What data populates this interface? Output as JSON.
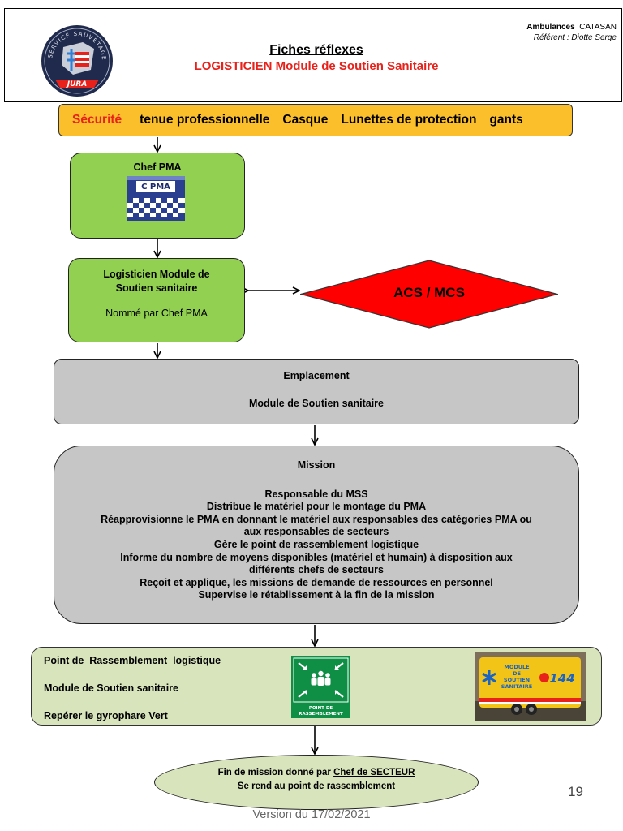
{
  "header": {
    "title": "Fiches réflexes",
    "subtitle": "LOGISTICIEN Module de Soutien Sanitaire",
    "org_bold": "Ambulances",
    "org_name": "CATASAN",
    "referent": "Référent : Diotte Serge",
    "logo_top_text": "SERVICE SAUVETAGE",
    "logo_bottom_text": "JURA"
  },
  "security": {
    "key": "Sécurité",
    "items": [
      "tenue professionnelle",
      "Casque",
      "Lunettes de protection",
      "gants"
    ]
  },
  "chef_pma": {
    "label": "Chef PMA",
    "vest_text": "C PMA"
  },
  "logisticien": {
    "title_line1": "Logisticien Module de",
    "title_line2": "Soutien sanitaire",
    "note": "Nommé par Chef PMA"
  },
  "acs_mcs": {
    "label": "ACS / MCS"
  },
  "emplacement": {
    "title": "Emplacement",
    "text": "Module de Soutien sanitaire"
  },
  "mission": {
    "title": "Mission",
    "lines": [
      "Responsable du MSS",
      "Distribue le matériel pour le montage du PMA",
      "Réapprovisionne le PMA en donnant le matériel aux responsables des catégories PMA ou",
      "aux responsables de secteurs",
      "Gère le point de rassemblement logistique",
      "Informe du nombre de moyens disponibles (matériel et humain) à disposition aux",
      "différents chefs de secteurs",
      "Reçoit et applique, les missions de demande de ressources en personnel",
      "Supervise le rétablissement à la fin de la mission"
    ]
  },
  "rally": {
    "line1": "Point de  Rassemblement  logistique",
    "line2": "Module de Soutien sanitaire",
    "line3": "Repérer le gyrophare Vert",
    "sign_text_1": "POINT DE",
    "sign_text_2": "RASSEMBLEMENT",
    "trailer_text_1": "MODULE",
    "trailer_text_2": "DE",
    "trailer_text_3": "SOUTIEN",
    "trailer_text_4": "SANITAIRE",
    "trailer_number": "144"
  },
  "end": {
    "prefix": "Fin de mission donné par ",
    "who": "Chef de SECTEUR",
    "line2": "Se rend au point de rassemblement"
  },
  "footer": {
    "page_number": "19",
    "version": "Version du 17/02/2021"
  },
  "colors": {
    "accent_red": "#e8211b",
    "security_bg": "#fbbf2b",
    "green_box": "#92d051",
    "grey_box": "#c6c6c6",
    "light_green": "#d8e4bc"
  }
}
